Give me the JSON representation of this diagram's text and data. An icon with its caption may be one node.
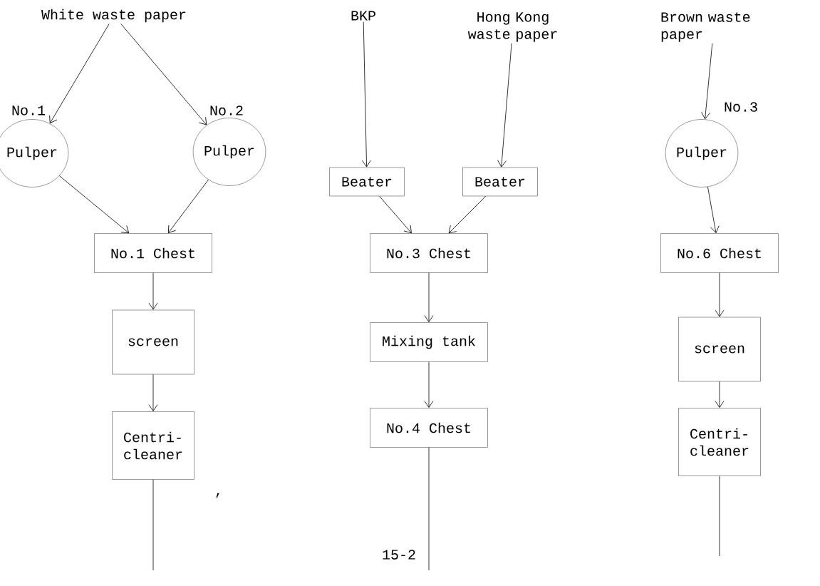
{
  "diagram": {
    "nodes": [
      {
        "text": [
          "White waste paper"
        ]
      },
      {
        "text": [
          "Pulper"
        ],
        "beside": [
          "No.1"
        ]
      },
      {
        "text": [
          "Pulper"
        ],
        "beside": [
          "No.2"
        ]
      },
      {
        "text": [
          "No.1 Chest"
        ]
      },
      {
        "text": [
          "screen"
        ]
      },
      {
        "text": [
          "Centri- cleaner"
        ]
      },
      {
        "text": [
          "BKP"
        ]
      },
      {
        "text": [
          "Hong Kong waste paper"
        ]
      },
      {
        "text": [
          "Beater"
        ]
      },
      {
        "text": [
          "Beater"
        ]
      },
      {
        "text": [
          "No.3 Chest"
        ]
      },
      {
        "text": [
          "Mixing tank"
        ]
      },
      {
        "text": [
          "No.4 Chest"
        ]
      },
      {
        "text": [
          "Brown waste paper"
        ]
      },
      {
        "text": [
          "Pulper"
        ],
        "beside": [
          "No.3"
        ]
      },
      {
        "text": [
          "No.6 Chest"
        ]
      },
      {
        "text": [
          "screen"
        ]
      },
      {
        "text": [
          "Centri- cleaner"
        ]
      }
    ],
    "edges": [
      {
        "from": 0,
        "to": 1,
        "arrow": "to"
      },
      {
        "from": 0,
        "to": 2,
        "arrow": "to"
      },
      {
        "from": 1,
        "to": 3,
        "arrow": "to"
      },
      {
        "from": 2,
        "to": 3,
        "arrow": "to"
      },
      {
        "from": 3,
        "to": 4,
        "arrow": "to"
      },
      {
        "from": 4,
        "to": 5,
        "arrow": "to"
      },
      {
        "from": 5,
        "to": null,
        "arrow": "none"
      },
      {
        "from": 6,
        "to": 8,
        "arrow": "to"
      },
      {
        "from": 7,
        "to": 9,
        "arrow": "to"
      },
      {
        "from": 8,
        "to": 10,
        "arrow": "to"
      },
      {
        "from": 9,
        "to": 10,
        "arrow": "to"
      },
      {
        "from": 10,
        "to": 11,
        "arrow": "to"
      },
      {
        "from": 11,
        "to": 12,
        "arrow": "to"
      },
      {
        "from": 12,
        "to": null,
        "arrow": "none"
      },
      {
        "from": 13,
        "to": 14,
        "arrow": "to"
      },
      {
        "from": 14,
        "to": 15,
        "arrow": "to"
      },
      {
        "from": 15,
        "to": 16,
        "arrow": "to"
      },
      {
        "from": 16,
        "to": 17,
        "arrow": "to"
      },
      {
        "from": 17,
        "to": null,
        "arrow": "none"
      }
    ],
    "labels": [
      ",",
      "15-2"
    ]
  }
}
